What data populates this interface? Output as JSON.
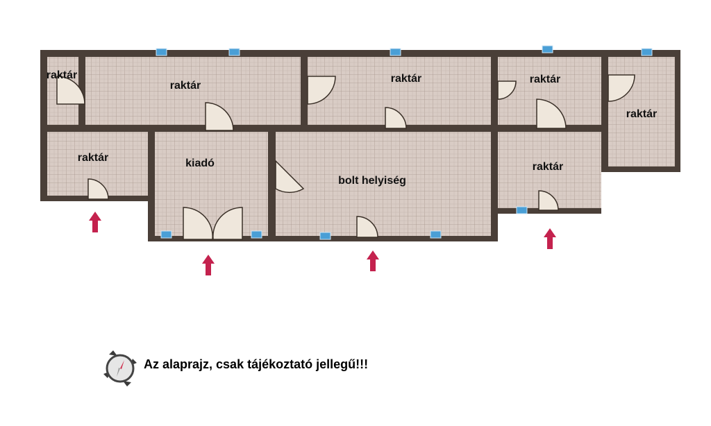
{
  "floorplan": {
    "rooms": [
      {
        "label": "raktár"
      },
      {
        "label": "raktár"
      },
      {
        "label": "raktár"
      },
      {
        "label": "raktár"
      },
      {
        "label": "raktár"
      },
      {
        "label": "raktár"
      },
      {
        "label": "kiadó"
      },
      {
        "label": "bolt helyiség"
      },
      {
        "label": "raktár"
      }
    ],
    "colors": {
      "wall": "#4a3f38",
      "floor": "#d9ccc5",
      "window": "#4a9fd6",
      "entrance_arrow": "#c4224e",
      "door": "#efe7dc"
    }
  },
  "footer": {
    "note": "Az alaprajz, csak tájékoztató jellegű!!!",
    "icon": "compass-icon"
  }
}
